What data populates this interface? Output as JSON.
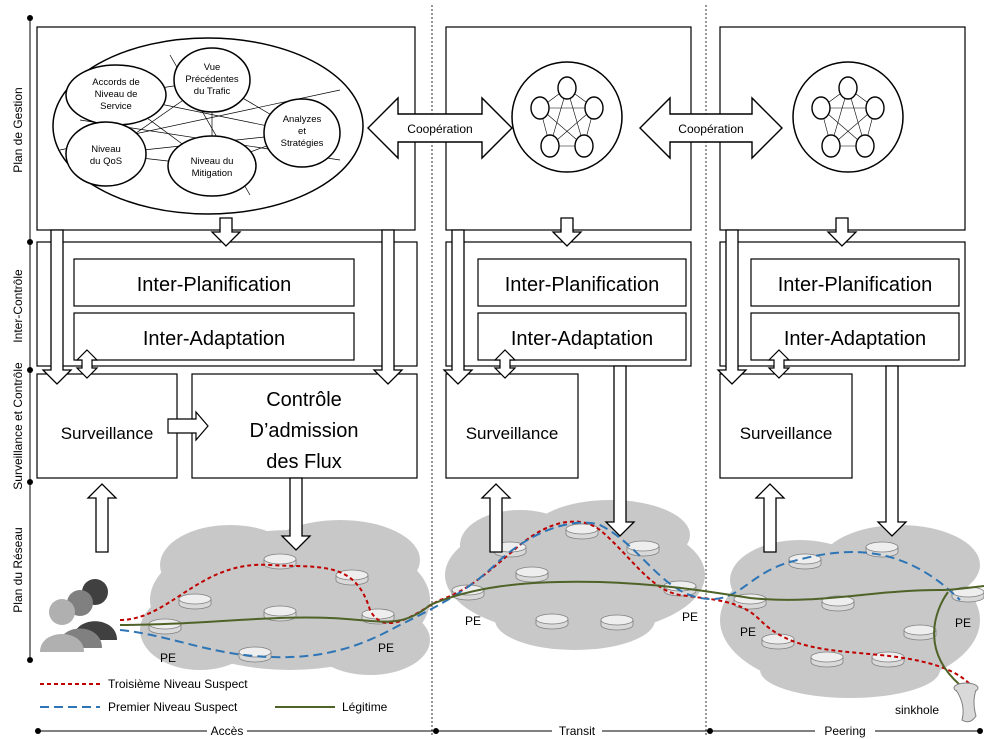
{
  "planes": {
    "gestion": "Plan de Gestion",
    "inter_controle": "Inter-Contrôle",
    "surveillance_controle": "Surveillance et Contrôle",
    "reseau": "Plan du Réseau"
  },
  "domains": {
    "acces": "Accès",
    "transit": "Transit",
    "peering": "Peering"
  },
  "management": {
    "nodes": {
      "accords": [
        "Accords de",
        "Niveau de",
        "Service"
      ],
      "vue": [
        "Vue",
        "Précédentes",
        "du Trafic"
      ],
      "analyzes": [
        "Analyzes",
        "et",
        "Stratégies"
      ],
      "qos": [
        "Niveau",
        "du QoS"
      ],
      "mitigation": [
        "Niveau du",
        "Mitigation"
      ]
    },
    "cooperation_label": "Coopération"
  },
  "blocks": {
    "inter_planification": "Inter-Planification",
    "inter_adaptation": "Inter-Adaptation",
    "surveillance": "Surveillance",
    "controle_admission": [
      "Contrôle",
      "D’admission",
      "des Flux"
    ]
  },
  "network": {
    "pe_label": "PE",
    "sinkhole": "sinkhole"
  },
  "legend": {
    "troisieme": "Troisième Niveau Suspect",
    "premier": "Premier Niveau Suspect",
    "legitime": "Légitime"
  },
  "colors": {
    "red_dash": "#c00000",
    "blue_dash": "#2e75b6",
    "green": "#4f6228",
    "cloud": "#c8c8c8"
  }
}
